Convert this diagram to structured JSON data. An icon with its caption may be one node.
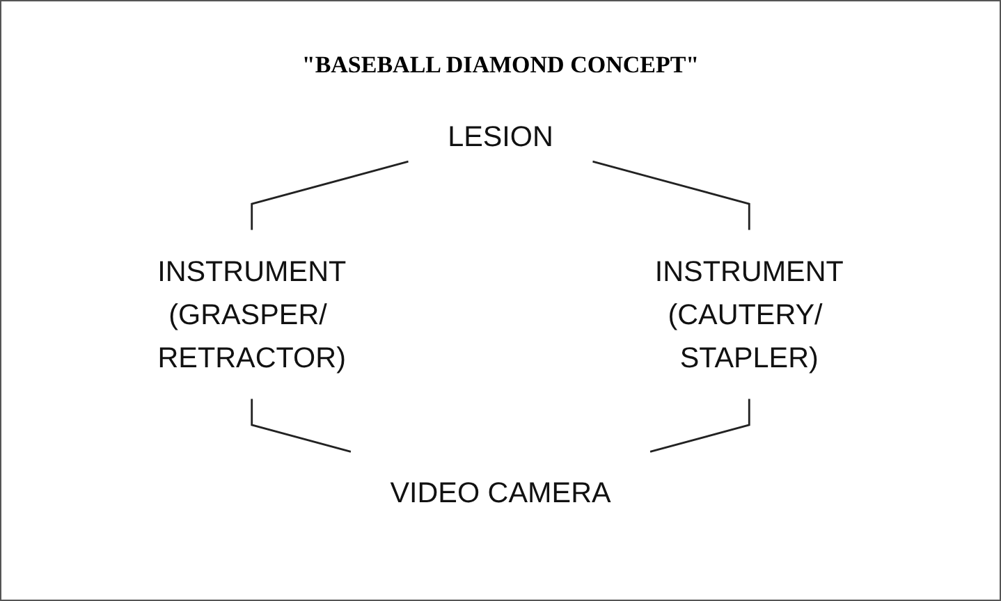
{
  "diagram": {
    "title": "\"BASEBALL DIAMOND CONCEPT\"",
    "nodes": [
      {
        "text": [
          "LESION"
        ]
      },
      {
        "text": [
          "INSTRUMENT",
          "(GRASPER/ RETRACTOR)"
        ]
      },
      {
        "text": [
          "INSTRUMENT",
          "(CAUTERY/ STAPLER)"
        ]
      },
      {
        "text": [
          "VIDEO CAMERA"
        ]
      }
    ],
    "edges": [
      {
        "from": 0,
        "to": 1,
        "arrow": "none"
      },
      {
        "from": 0,
        "to": 2,
        "arrow": "none"
      },
      {
        "from": 1,
        "to": 3,
        "arrow": "none"
      },
      {
        "from": 2,
        "to": 3,
        "arrow": "none"
      }
    ]
  }
}
